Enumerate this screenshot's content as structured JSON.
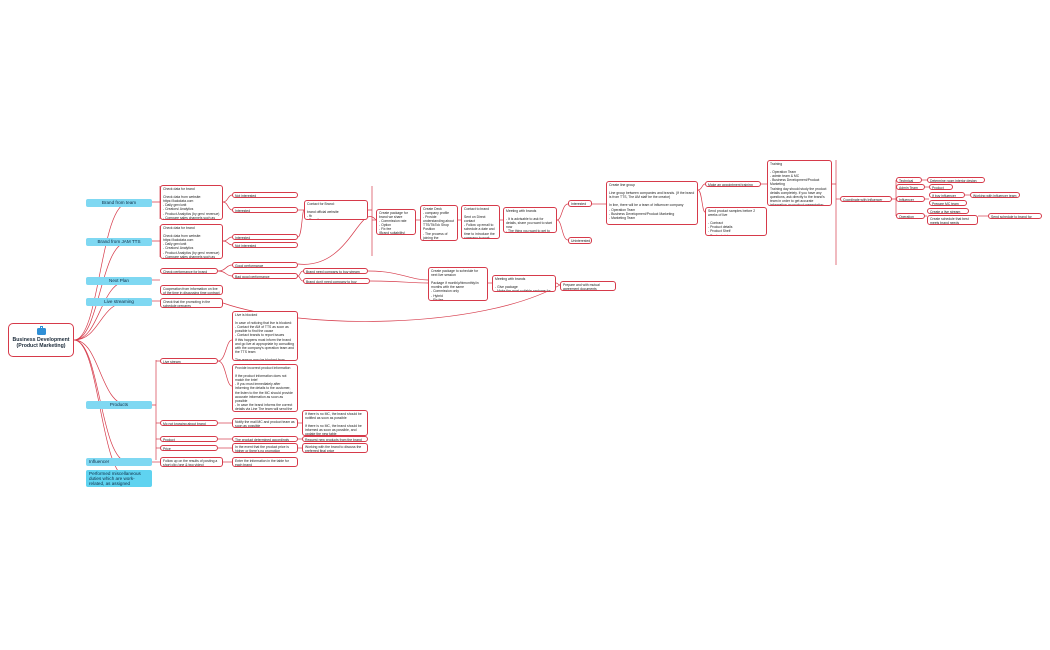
{
  "root": {
    "title_line1": "Business Development",
    "title_line2": "(Product Marketing)",
    "icon": "briefcase-icon"
  },
  "categories": {
    "brand_team": "Brand from team",
    "brand_jam": "Brand from JAM TTS",
    "next_plan": "Next Plan",
    "livestreaming": "Live streaming",
    "products": "Products",
    "influencer": "Influencer",
    "performed": "Performed miscellaneous duties which are work-related, as assigned"
  },
  "brand": {
    "check_team": "Check data for brand\n\nCheck data from website: https://kalodata.com\n- Daily gmv/unit\n- Creators/ Analytics\n- Product Analytics (by gmv/ revenue)\n- Compare sales channels such as Brand Live, & Creator Live",
    "check_jam": "Check data for brand\n\nCheck data from website: https://kalodata.com\n- Daily gmv/unit\n- Creators/ Analytics\n- Product Analytics (by gmv/ revenue)\n- Compare sales channels such as Brand Live, & Creator Live",
    "not_interested_1": "Not interested",
    "interested_1": "Interested",
    "interested_2": "Interested",
    "not_interested_2": "Not interested",
    "contact": "Contact for Brand:\n\nbrand official website\n- fb\n- E-mail",
    "create_pkg": "Create package for brand we share\n- Commission rate\n- Option\n- Fix fee\n(Brand suitability)",
    "create_deck": "Create Deck\n- company profile\n- Provide understanding about TTS/TikTok Shop Position\n- The process of joining the company's live\n- Show case of influencer promotion file may be added case by case\n- Related influencer achievement(s) may be added case by case",
    "contact_brand": "Contact to brand\n\nSent on Direct contact\n- Follow up email to schedule a date and time to introduce the company to work\n- company information to brands\n- if there is no customer number, ask for an email or time to contact further",
    "meeting_brands": "Meeting with brands\n\n- It is advisable to ask for details, share you want to start now\n- The thing you want to get to Reviewed MC\n- To launch MC date status if",
    "interested_3": "Interested",
    "uninterested": "Uninterested",
    "create_line": "Create line group\n\nLine group between companies and brands. (If the brand is from TTS, The AM staff be the creator)\n\nIn line, there will be a team of influencer company\n- Operation Team\n- Business Development/Product Marketing\n- Marketing Team",
    "make_appt": "Make an appointment training products",
    "send_samples": "Send product samples before 2 weeks of live\n\n- Contract\n- Product details\n- Product Shelf\n- Product pictures",
    "training": "Training\n\n- Operation Team\n- admin team & MC\n- Business Development/Product Marketing\nTraining day should study the product details completely. If you have any questions, ask directly to the brand's team in order to get accurate information on product presentation *Should take notes while training the product*",
    "coordinate": "Coordinate with Influencer Team",
    "technical": "Technical Team",
    "technical_out": "Determine room interior design",
    "admin": "Admin Team (LIVE)",
    "admin_out": "Product Bank",
    "influencer_team": "Influencer Team",
    "inf_pkg": "If buy influencer package",
    "inf_pkg_out": "Working with influencer team",
    "prep_mc": "Prepare MC team (Optional)",
    "operation": "Operation Team",
    "op_schedule": "Create a live stream schedule",
    "op_create": "Create schedule that best meets brand needs",
    "op_send": "Send schedule to brand for review"
  },
  "next": {
    "good_perf": "Good performance",
    "bad_perf": "Bad good performance",
    "check_perf": "Check performance for brand",
    "want_to_buy": "Brand need company to buy stream",
    "dont_need": "Brand don't need company to buy stream",
    "create_pkg2": "Create package to schedule for next live session\n\nPackage if monthly/bimonthly/in months with the same\n- Commission only\n- Hybrid\n- Fix fee\n(Brand suitability)",
    "meeting2": "Meeting with brands\n\n- Give package\n- Make the most suitable package for the brand",
    "prepare": "Prepare and with mutual agreement documents"
  },
  "live": {
    "cooperation": "Cooperation from information on live of the time in discussing time contract plan",
    "check_live": "Check that the promoting in the schedule prepares"
  },
  "products": {
    "live_stream": "Live stream",
    "live_blocked": "Live is blocked\n\nIn case of noticing that live is blocked:\n- Contact the AM of TTS as soon as possible to find the cause\n- Contact brands to report issues\nIf this happens must inform the brand and go live at appropriate by consulting with the company's operation team and the TTS team\n\nThe reason may be blocked from seeing MC wrong up",
    "provide_info": "Provide incorrect product information\n\nIf the product information does not match the brief\n- If you must immediately after informing the details to the customer, the listen to the the MC should provide accurate information as soon as possible\n- In case the brand informs the correct details via Line The team will send the correct information to the Internal MC via Screenly and fix it quickly",
    "mc_not_knowing": "Mc not knowing about brand",
    "notify": "Notify the mail MC and product team as soon as possible",
    "if_there": "If there is no MC, the brand should be notified as soon as possible\n\nIf there is no MC, the brand should be informed as soon as possible, and update the new table",
    "product": "Product",
    "product_out": "The product determined accordingly",
    "request": "Request new products from the brand",
    "price": "Price",
    "price_out": "In the event that the product price is higher or there's no promotion",
    "working": "Working with the brand to discuss the preferred final price"
  },
  "influencer": {
    "follow_up": "Follow up on the results of posting a short clip (one & two video)",
    "enter": "Enter the information in the table for each brand"
  }
}
